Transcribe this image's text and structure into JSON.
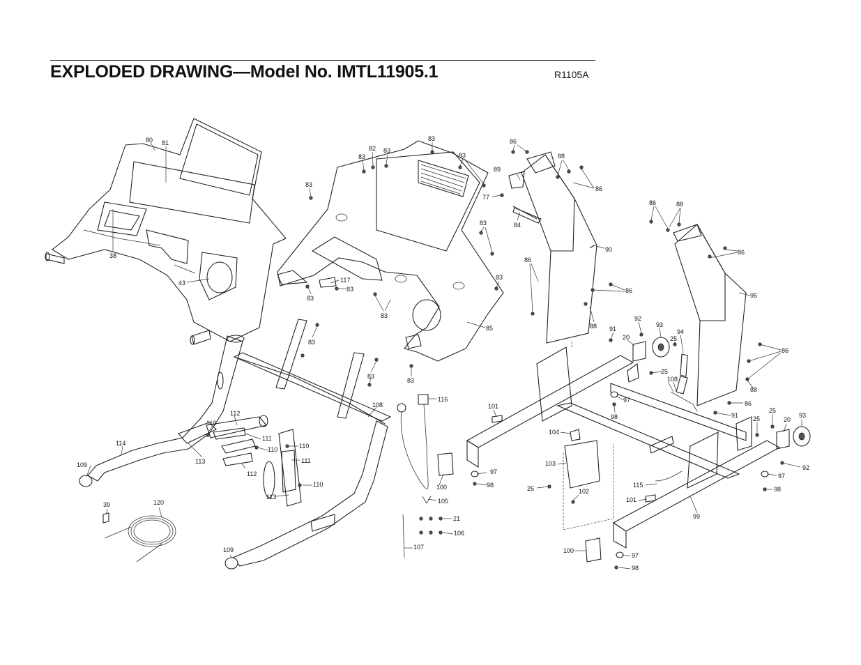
{
  "header": {
    "title": "EXPLODED DRAWING—Model No. IMTL11905.1",
    "code": "R1105A"
  },
  "callouts": [
    {
      "id": "c80",
      "text": "80"
    },
    {
      "id": "c81",
      "text": "81"
    },
    {
      "id": "c38",
      "text": "38"
    },
    {
      "id": "c43",
      "text": "43"
    },
    {
      "id": "c82",
      "text": "82"
    },
    {
      "id": "c83",
      "text": "83"
    },
    {
      "id": "c84",
      "text": "84"
    },
    {
      "id": "c85",
      "text": "85"
    },
    {
      "id": "c86",
      "text": "86"
    },
    {
      "id": "c88",
      "text": "88"
    },
    {
      "id": "c89",
      "text": "89"
    },
    {
      "id": "c77",
      "text": "77"
    },
    {
      "id": "c90",
      "text": "90"
    },
    {
      "id": "c95",
      "text": "95"
    },
    {
      "id": "c91",
      "text": "91"
    },
    {
      "id": "c92",
      "text": "92"
    },
    {
      "id": "c93",
      "text": "93"
    },
    {
      "id": "c94",
      "text": "94"
    },
    {
      "id": "c20",
      "text": "20"
    },
    {
      "id": "c25",
      "text": "25"
    },
    {
      "id": "c97",
      "text": "97"
    },
    {
      "id": "c98",
      "text": "98"
    },
    {
      "id": "c99",
      "text": "99"
    },
    {
      "id": "c100",
      "text": "100"
    },
    {
      "id": "c101",
      "text": "101"
    },
    {
      "id": "c102",
      "text": "102"
    },
    {
      "id": "c103",
      "text": "103"
    },
    {
      "id": "c104",
      "text": "104"
    },
    {
      "id": "c105",
      "text": "105"
    },
    {
      "id": "c106",
      "text": "106"
    },
    {
      "id": "c107",
      "text": "107"
    },
    {
      "id": "c108",
      "text": "108"
    },
    {
      "id": "c109",
      "text": "109"
    },
    {
      "id": "c110",
      "text": "110"
    },
    {
      "id": "c111",
      "text": "111"
    },
    {
      "id": "c112",
      "text": "112"
    },
    {
      "id": "c113",
      "text": "113"
    },
    {
      "id": "c114",
      "text": "114"
    },
    {
      "id": "c115",
      "text": "115"
    },
    {
      "id": "c116",
      "text": "116"
    },
    {
      "id": "c117",
      "text": "117"
    },
    {
      "id": "c120",
      "text": "120"
    },
    {
      "id": "c39",
      "text": "39"
    },
    {
      "id": "c21",
      "text": "21"
    }
  ]
}
